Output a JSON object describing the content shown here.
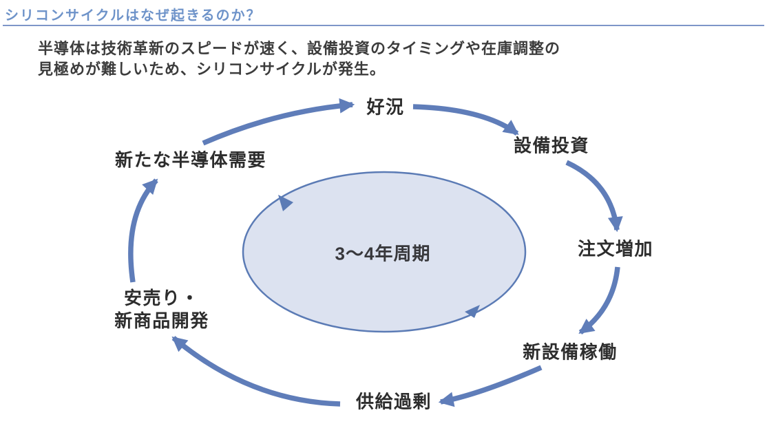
{
  "page": {
    "title": "シリコンサイクルはなぜ起きるのか？"
  },
  "intro": {
    "line1": "半導体は技術革新のスピードが速く、設備投資のタイミングや在庫調整の",
    "line2": "見極めが難しいため、シリコンサイクルが発生。"
  },
  "cycle": {
    "type": "circular-cycle-diagram",
    "direction": "clockwise",
    "center_label": "3〜4年周期",
    "steps": [
      {
        "label": "好況"
      },
      {
        "label": "設備投資"
      },
      {
        "label": "注文増加"
      },
      {
        "label": "新設備稼働"
      },
      {
        "label": "供給過剰"
      },
      {
        "label": "安売り・新商品開発",
        "line1": "安売り・",
        "line2": "新商品開発"
      },
      {
        "label": "新たな半導体需要"
      }
    ]
  },
  "colors": {
    "arrow_blue": "#5F7DB9",
    "title_blue": "#6E93C9",
    "rule_blue": "#7E95C8",
    "inner_ellipse_fill": "#DCE2F0",
    "inner_ellipse_border": "#5B7BB5",
    "body_text": "#3C3C3C",
    "label_text": "#2D2D2D"
  }
}
